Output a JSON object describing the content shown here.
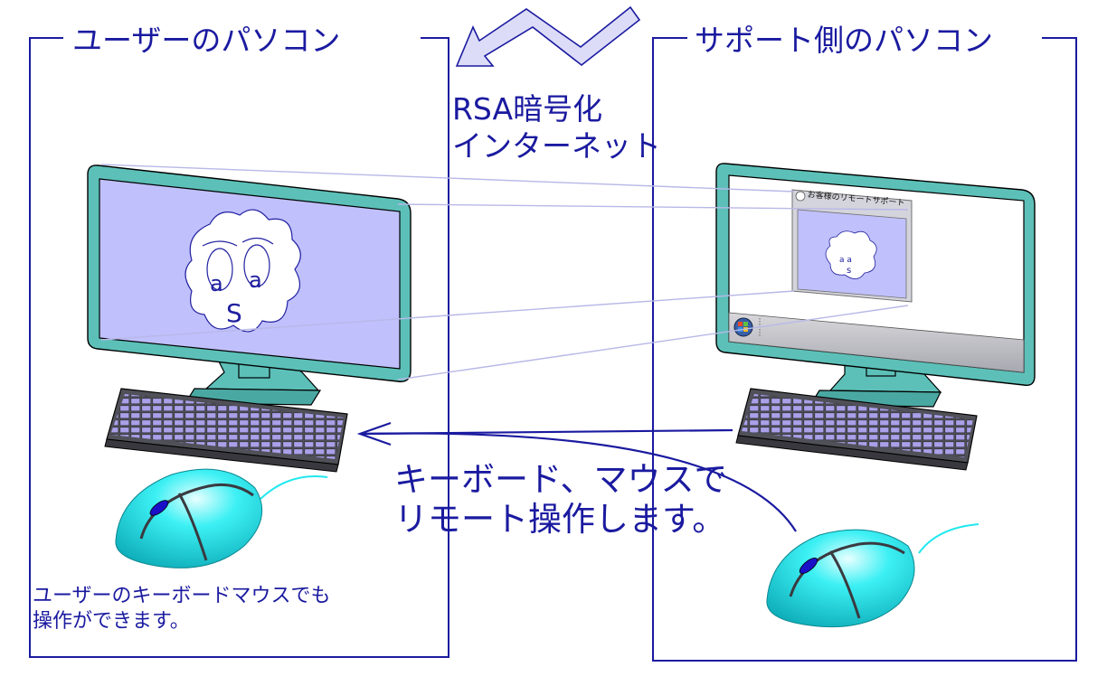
{
  "user_pc": {
    "title": "ユーザーのパソコン",
    "note_line1": "ユーザーのキーボードマウスでも",
    "note_line2": "操作ができます。"
  },
  "support_pc": {
    "title": "サポート側のパソコン",
    "window_title": "お客様のリモートサポート"
  },
  "connection": {
    "line1": "RSA暗号化",
    "line2": "インターネット"
  },
  "remote_control": {
    "line1": "キーボード、マウスで",
    "line2": "リモート操作します。"
  },
  "logo": {
    "text": "asa"
  },
  "colors": {
    "label_text": "#1a1aa0",
    "monitor_frame": "#5cc0b8",
    "screen": "#c0c0fc",
    "mouse": "#20e8ee",
    "keyboard": "#505058"
  }
}
